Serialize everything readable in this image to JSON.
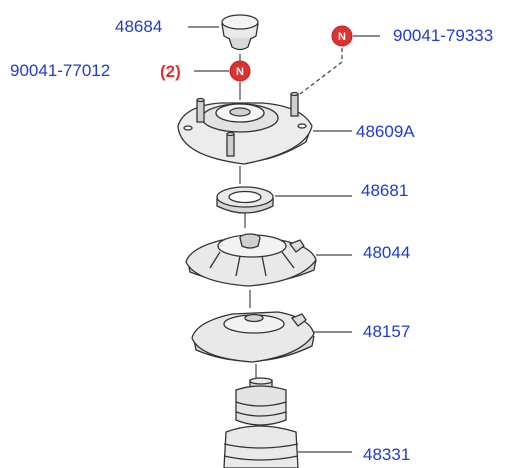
{
  "diagram": {
    "labels": {
      "cap": "48684",
      "nut_right": "90041-79333",
      "nut_left": "90041-77012",
      "qty": "(2)",
      "support": "48609A",
      "bearing": "48681",
      "seat_upper": "48044",
      "seat_lower": "48157",
      "bumper": "48331"
    },
    "nut_marker_letter": "N",
    "colors": {
      "part_number": "#1f3ccf",
      "nut_marker": "#e03030",
      "outline": "#333333",
      "part_fill": "#e9e9e9"
    }
  }
}
